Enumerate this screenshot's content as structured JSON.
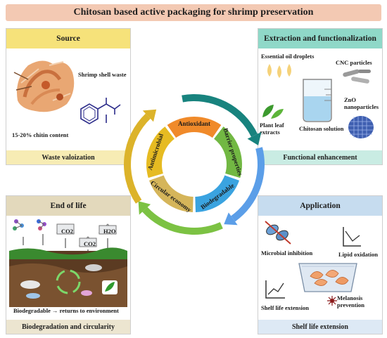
{
  "title": "Chitosan based active packaging for shrimp preservation",
  "panels": {
    "source": {
      "header": "Source",
      "footer": "Waste valoization",
      "shell_label": "Shrimp shell waste",
      "chitin_label": "15-20% chitin content",
      "colors": {
        "header": "#f6e27a",
        "footer": "#f7ecb4"
      }
    },
    "extraction": {
      "header": "Extraction and functionalization",
      "footer": "Functional enhancement",
      "eo_label": "Essential oil droplets",
      "cnc_label": "CNC particles",
      "zno_label": "ZnO nanoparticles",
      "plant_label": "Plant leaf extracts",
      "solution_label": "Chitosan solution",
      "colors": {
        "header": "#8fd8c8",
        "footer": "#c9ece3"
      }
    },
    "end_of_life": {
      "header": "End of life",
      "footer": "Biodegradation and circularity",
      "co2_a": "CO2",
      "co2_b": "CO2",
      "h2o": "H2O",
      "caption": "Biodegradable → returns to environment",
      "colors": {
        "header": "#e3d9bc",
        "footer": "#ece5d0"
      }
    },
    "application": {
      "header": "Application",
      "footer": "Shelf life extension",
      "microbial": "Microbial inhibition",
      "lipid": "Lipid oxidation",
      "shelf": "Shelf life extension",
      "melanosis": "Melanosis prevention",
      "colors": {
        "header": "#c6dcef",
        "footer": "#dde9f5"
      }
    }
  },
  "ring": {
    "segments": [
      {
        "label": "Antioxidant",
        "color": "#f08a2a"
      },
      {
        "label": "Barrier properties",
        "color": "#72b843"
      },
      {
        "label": "Biodegradable",
        "color": "#3aa3e0"
      },
      {
        "label": "Circular economy",
        "color": "#d5b55a"
      },
      {
        "label": "Antimicrobial",
        "color": "#e6bb22"
      }
    ],
    "arrow_colors": [
      "#18837e",
      "#5b9ee8",
      "#7cc243",
      "#dcb32a"
    ]
  }
}
